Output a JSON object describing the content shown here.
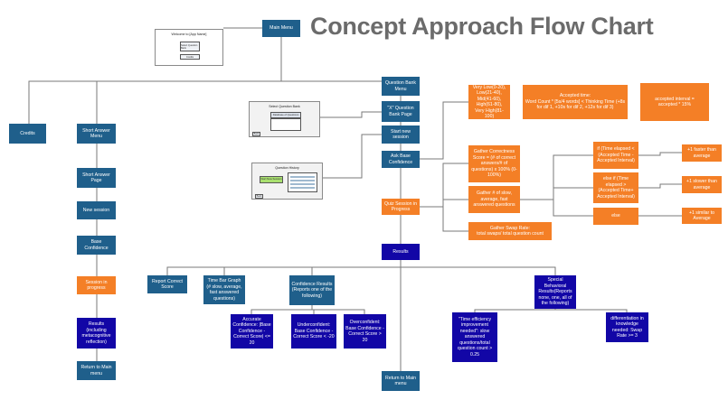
{
  "title": "Concept Approach Flow Chart",
  "colors": {
    "teal": "#1f5f8b",
    "orange": "#f47f26",
    "navy": "#1206a6",
    "line": "#7a7a7a",
    "title": "#6b6b6b"
  },
  "nodes": {
    "main_menu": "Main Menu",
    "credits": "Credits",
    "short_answer_menu": "Short Answer Menu",
    "short_answer_page": "Short Answer Page",
    "new_session_left": "New session",
    "base_confidence_left": "Base Confidence",
    "session_in_progress": "Session in progress",
    "results_left": "Results (including metacognitive reflection)",
    "return_main_left": "Return to Main menu",
    "question_bank_menu": "Question Bank Menu",
    "x_question_bank_page": "\"X\" Question Bank Page",
    "start_new_session": "Start new session",
    "ask_base_confidence": "Ask Base Confidence",
    "quiz_session": "Quiz Session in Progress",
    "results_center": "Results",
    "return_main_center": "Return to Main menu",
    "difficulty_levels": "Very Low(0-20),\nLow(21-40),\nMid(41-60),\nHigh(61-80),\nVery High(81-100)",
    "accepted_time": "Accepted time:\nWord Count * [5s/4 words] < Thinking Time (+8s for dif 1, +10s for dif 2, +12s for dif 3)",
    "accepted_interval": "accepted interval =\naccepted * 15%",
    "gather_correctness": "Gather Correctness Score = (# of correct answers/# of questions) x 100% (0-100%)",
    "gather_slow": "Gather # of slow, average, fast answered questions",
    "gather_swap": "Gather Swap Rate:\ntotal swaps/ total question count",
    "if_time": "if (Time elapsed < (Accepted Time - Accepted Interval)",
    "else_if_time": "else if (Time elapsed > (Accepted Time+ Accepted Interval)",
    "else": "else",
    "faster": "+1 faster than average",
    "slower": "+1 slower than average",
    "similar": "+1 similar to Average",
    "report_correct": "Report Correct Score",
    "time_bar_graph": "Time Bar Graph (# slow, average, fast answered questions)",
    "confidence_results": "Confidence Results (Reports one of the following)",
    "special_behavioral": "Special Behavioral Results(Reports none, one, all of the following)",
    "accurate_confidence": "Accurate Confidence: |Base Confidence - Correct Score| <= 20",
    "underconfident": "Underconfident: Base Confidence - Correct Score < -20",
    "overconfident": "Overconfident: Base Confidence - Correct Score > 20",
    "time_efficiency": "\"Time efficiency improvement needed\": slow answered questions/total question count > 0.25",
    "differentiation": "differentiation in knowledge needed: Swap Rate >= 3"
  },
  "thumbs": {
    "welcome": {
      "caption": "Welcome to [App Name]",
      "button1": "Select Question Bank",
      "button2": "Credits"
    },
    "select_qb": {
      "caption": "Select Question Bank",
      "field": "Database of Questions",
      "back": "Back"
    },
    "question_history": {
      "caption": "Question History",
      "field": "Start New Session",
      "back": "Back"
    }
  }
}
